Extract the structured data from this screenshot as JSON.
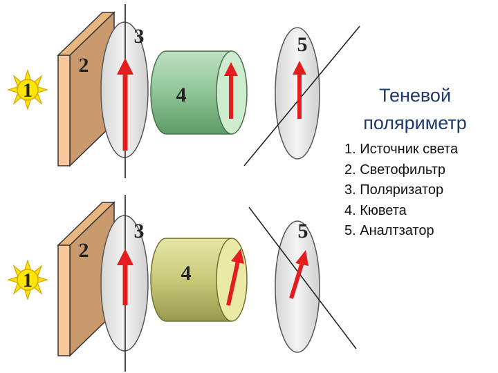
{
  "title": {
    "line1": "Теневой",
    "line2": "поляриметр"
  },
  "legend": [
    "1. Источник света",
    "2. Светофильтр",
    "3. Поляризатор",
    "4. Кювета",
    "5. Аналтзатор"
  ],
  "top": {
    "source": "1",
    "filter": "2",
    "polarizer": "3",
    "cuvette": "4",
    "analyzer": "5"
  },
  "bottom": {
    "source": "1",
    "filter": "2",
    "polarizer": "3",
    "cuvette": "4",
    "analyzer": "5"
  },
  "colors": {
    "filter": "#f8c89a",
    "filter_side": "#c99a6e",
    "disc": "#e6e6e6",
    "cuvette_top": "#8fc597",
    "cuvette_top_face": "#cdeccd",
    "cuvette_bottom": "#c9c97a",
    "cuvette_bottom_face": "#eaeaa6",
    "arrow": "#e41e1e",
    "sun": "#ffe600",
    "title": "#1f3a6b"
  }
}
